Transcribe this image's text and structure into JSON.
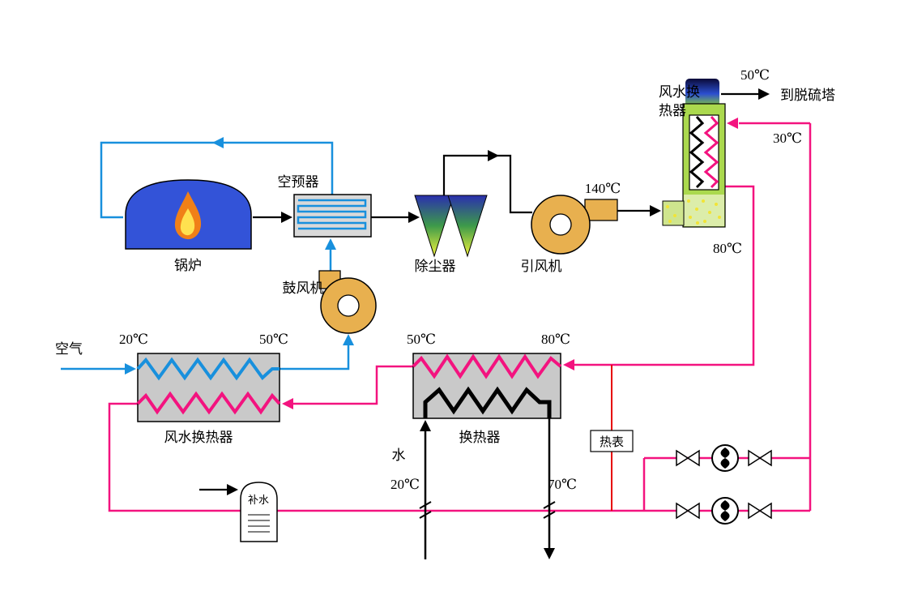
{
  "diagram": {
    "labels": {
      "air": "空气",
      "boiler": "锅炉",
      "air_preheater": "空预器",
      "blower": "鼓风机",
      "dust_collector": "除尘器",
      "induced_fan": "引风机",
      "flue_temp_after_fan": "140℃",
      "tower_name_line1": "风水换",
      "tower_name_line2": "热器",
      "stack_out_temp": "50℃",
      "to_desulfurization_tower": "到脱硫塔",
      "tower_water_in_temp": "30℃",
      "tower_water_out_temp": "80℃",
      "air_water_hx": "风水换热器",
      "air_in_temp": "20℃",
      "air_out_temp": "50℃",
      "hx": "换热器",
      "hx_water_out_temp": "50℃",
      "hx_water_in_temp": "80℃",
      "water": "水",
      "cold_water_in_temp": "20℃",
      "hot_water_out_temp": "70℃",
      "heat_meter": "热表",
      "makeup_water": "补水"
    },
    "colors": {
      "air_line": "#1890dd",
      "hot_water_line": "#f3137f",
      "flue_line": "#000000",
      "meter_line": "#e60000",
      "boiler_fill": "#3353d8",
      "fan_fill": "#e8b04f",
      "hx_fill": "#c9c9c9",
      "tower_fill": "#abd94e"
    }
  }
}
